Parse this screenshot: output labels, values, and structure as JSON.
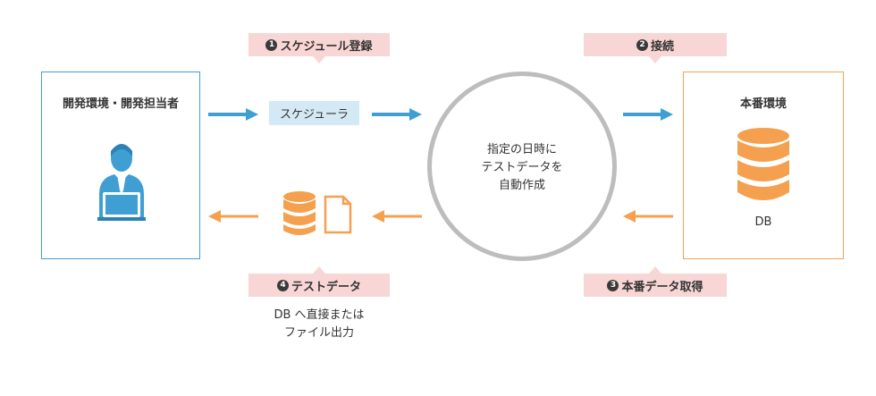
{
  "colors": {
    "blue": "#3f9fd3",
    "orange": "#f5a04f",
    "pink": "#f9d6d6",
    "gray": "#bdbdbd",
    "scheduler_bg": "#d3e9f6"
  },
  "steps": {
    "step1": {
      "num": "1",
      "label": "スケジュール登録"
    },
    "step2": {
      "num": "2",
      "label": "接続"
    },
    "step3": {
      "num": "3",
      "label": "本番データ取得"
    },
    "step4": {
      "num": "4",
      "label": "テストデータ"
    }
  },
  "dev_box": {
    "title": "開発環境・開発担当者",
    "icon": "developer-icon"
  },
  "prod_box": {
    "title": "本番環境",
    "icon": "database-icon",
    "db_label": "DB"
  },
  "scheduler": {
    "label": "スケジューラ"
  },
  "center": {
    "line1": "指定の日時に",
    "line2": "テストデータを",
    "line3": "自動作成"
  },
  "output": {
    "line1": "DB へ直接または",
    "line2": "ファイル出力",
    "icons": [
      "database-icon",
      "file-icon"
    ]
  }
}
